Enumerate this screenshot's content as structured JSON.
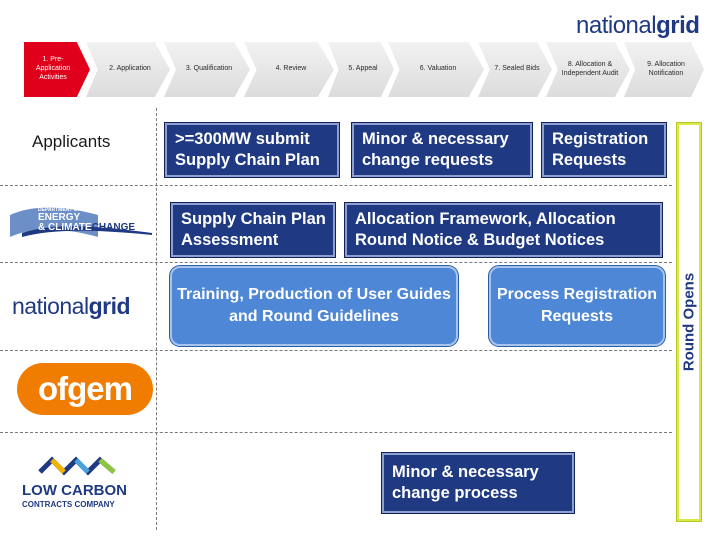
{
  "brand": {
    "logo_prefix": "national",
    "logo_suffix": "grid"
  },
  "stages": [
    {
      "label": "1. Pre-Application Activities"
    },
    {
      "label": "2. Application"
    },
    {
      "label": "3. Qualification"
    },
    {
      "label": "4. Review"
    },
    {
      "label": "5. Appeal"
    },
    {
      "label": "6. Valuation"
    },
    {
      "label": "7. Sealed Bids"
    },
    {
      "label": "8. Allocation & Independent Audit"
    },
    {
      "label": "9. Allocation Notification"
    }
  ],
  "rows": {
    "applicants": "Applicants",
    "decc": {
      "line1": "DEPARTMENT OF",
      "line2": "ENERGY",
      "line3": "& CLIMATE",
      "line4": "CHANGE"
    },
    "national_grid": {
      "prefix": "national",
      "suffix": "grid"
    },
    "ofgem": "ofgem",
    "lcc": {
      "line1": "LOW CARBON",
      "line2": "CONTRACTS COMPANY"
    }
  },
  "boxes": {
    "supply_chain_submit": ">=300MW submit Supply Chain Plan",
    "minor_change_requests": "Minor & necessary change requests",
    "registration_requests": "Registration Requests",
    "supply_chain_assessment": "Supply Chain Plan Assessment",
    "allocation_framework": "Allocation Framework, Allocation Round Notice & Budget Notices",
    "training_guides": "Training, Production of User Guides and Round Guidelines",
    "process_registration": "Process Registration Requests",
    "minor_change_process": "Minor & necessary change process"
  },
  "side_bar": {
    "label": "Round Opens"
  },
  "colors": {
    "dark_box": "#1f3a82",
    "light_pill": "#4d87d6",
    "active_stage": "#e0001b",
    "grid_brand": "#1f3a82",
    "ofgem_orange": "#f07d00",
    "side_border": "#d9e84a"
  }
}
